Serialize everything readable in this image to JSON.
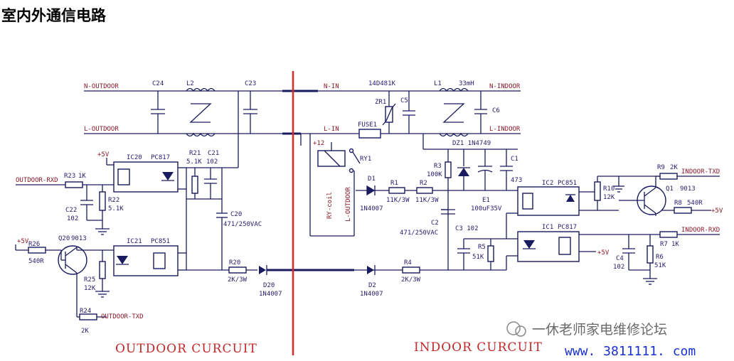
{
  "title": "室内外通信电路",
  "sections": {
    "outdoor": "OUTDOOR CURCUIT",
    "indoor": "INDOOR CURCUIT"
  },
  "watermark": {
    "text": "一休老师家电维修论坛",
    "url": "www. 3811111. com"
  },
  "colors": {
    "divider": "#e0282a",
    "wire": "#1a1a5e",
    "section": "#c0282a",
    "url": "#1a2fd0"
  },
  "labels": {
    "n_outdoor": "N-OUTDOOR",
    "l_outdoor": "L-OUTDOOR",
    "c24": "C24",
    "l2": "L2",
    "c23": "C23",
    "n_in": "N-IN",
    "l_in": "L-IN",
    "varistor": "14D481K",
    "zr1": "ZR1",
    "c5": "C5",
    "l1": "L1",
    "l1_val": "33mH",
    "n_indoor": "N-INDOOR",
    "l_indoor": "L-INDOOR",
    "c6": "C6",
    "fuse1": "FUSE1",
    "plus12": "+12",
    "ry1": "RY1",
    "ry_coil": "RY-coil",
    "l_outdoor_v": "L-OUTDOOR",
    "dz1": "DZ1 1N4749",
    "c1": "C1",
    "c1_val": "473",
    "r3": "R3",
    "r3_val": "100K",
    "e1": "E1",
    "e1_val": "100uF35V",
    "d1": "D1",
    "d1_val": "1N4007",
    "r1": "R1",
    "r1_val": "11K/3W",
    "r2": "R2",
    "r2_val": "11K/3W",
    "c2": "C2",
    "c2_val": "471/250VAC",
    "c3": "C3 102",
    "ic2": "IC2",
    "ic2_pc": "PC851",
    "r10": "R10",
    "r10_val": "12K",
    "ic1": "IC1",
    "ic1_pc": "PC817",
    "r5": "R5",
    "r5_val": "51K",
    "plus5_in": "+5V",
    "c4": "C4",
    "c4_val": "102",
    "r6": "R6",
    "r6_val": "51K",
    "r9": "R9",
    "r9_val": "2K",
    "indoor_txd": "INDOOR-TXD",
    "q1": "Q1",
    "q1_val": "9013",
    "r8": "R8",
    "r8_val": "540R",
    "plus5_q1": "+5V",
    "r7": "R7",
    "r7_val": "1K",
    "indoor_rxd": "INDOOR-RXD",
    "d2": "D2",
    "d2_val": "1N4007",
    "r4": "R4",
    "r4_val": "2K/3W",
    "plus5_out": "+5V",
    "ic20": "IC20",
    "ic20_pc": "PC817",
    "r21": "R21",
    "r21_val": "5.1K",
    "c21": "C21",
    "c21_val": "102",
    "outdoor_rxd": "OUTDOOR-RXD",
    "r23": "R23",
    "r23_val": "1K",
    "r22": "R22",
    "r22_val": "5.1K",
    "c22": "C22",
    "c22_val": "102",
    "c20": "C20",
    "c20_val": "471/250VAC",
    "plus5_q20": "+5V",
    "q20": "Q20",
    "q20_val": "9013",
    "r26": "R26",
    "r26_val": "540R",
    "ic21": "IC21",
    "ic21_pc": "PC851",
    "r25": "R25",
    "r25_val": "12K",
    "r24": "R24",
    "r24_val": "2K",
    "outdoor_txd": "OUTDOOR-TXD",
    "r20": "R20",
    "r20_val": "2K/3W",
    "d20": "D20",
    "d20_val": "1N4007"
  }
}
